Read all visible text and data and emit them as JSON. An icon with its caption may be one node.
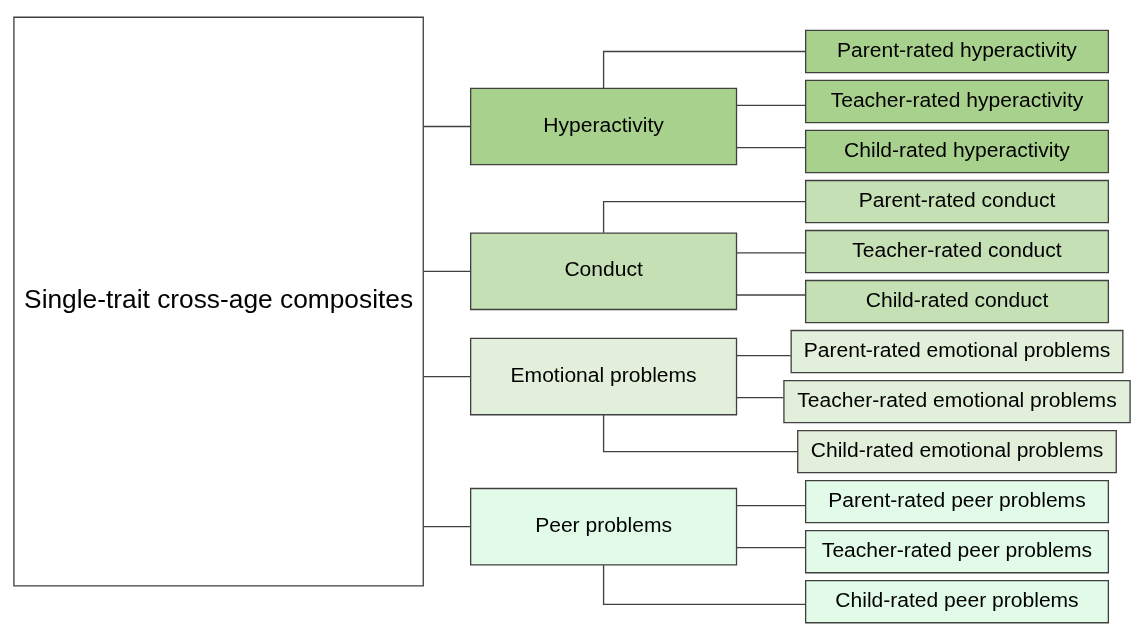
{
  "diagram": {
    "nodes": [
      {
        "text": [
          "Single-trait cross-age composites"
        ]
      },
      {
        "text": [
          "Hyperactivity"
        ]
      },
      {
        "text": [
          "Parent-rated hyperactivity"
        ]
      },
      {
        "text": [
          "Teacher-rated hyperactivity"
        ]
      },
      {
        "text": [
          "Child-rated hyperactivity"
        ]
      },
      {
        "text": [
          "Conduct"
        ]
      },
      {
        "text": [
          "Parent-rated conduct"
        ]
      },
      {
        "text": [
          "Teacher-rated conduct"
        ]
      },
      {
        "text": [
          "Child-rated conduct"
        ]
      },
      {
        "text": [
          "Emotional problems"
        ]
      },
      {
        "text": [
          "Parent-rated emotional problems"
        ]
      },
      {
        "text": [
          "Teacher-rated emotional problems"
        ]
      },
      {
        "text": [
          "Child-rated emotional problems"
        ]
      },
      {
        "text": [
          "Peer problems"
        ]
      },
      {
        "text": [
          "Parent-rated peer problems"
        ]
      },
      {
        "text": [
          "Teacher-rated peer problems"
        ]
      },
      {
        "text": [
          "Child-rated peer problems"
        ]
      }
    ],
    "edges": [
      {
        "from": 0,
        "to": 1,
        "arrow": "none"
      },
      {
        "from": 0,
        "to": 5,
        "arrow": "none"
      },
      {
        "from": 0,
        "to": 9,
        "arrow": "none"
      },
      {
        "from": 0,
        "to": 13,
        "arrow": "none"
      },
      {
        "from": 1,
        "to": 2,
        "arrow": "none"
      },
      {
        "from": 1,
        "to": 3,
        "arrow": "none"
      },
      {
        "from": 1,
        "to": 4,
        "arrow": "none"
      },
      {
        "from": 5,
        "to": 6,
        "arrow": "none"
      },
      {
        "from": 5,
        "to": 7,
        "arrow": "none"
      },
      {
        "from": 5,
        "to": 8,
        "arrow": "none"
      },
      {
        "from": 9,
        "to": 10,
        "arrow": "none"
      },
      {
        "from": 9,
        "to": 11,
        "arrow": "none"
      },
      {
        "from": 9,
        "to": 12,
        "arrow": "none"
      },
      {
        "from": 13,
        "to": 14,
        "arrow": "none"
      },
      {
        "from": 13,
        "to": 15,
        "arrow": "none"
      },
      {
        "from": 13,
        "to": 16,
        "arrow": "none"
      }
    ]
  }
}
